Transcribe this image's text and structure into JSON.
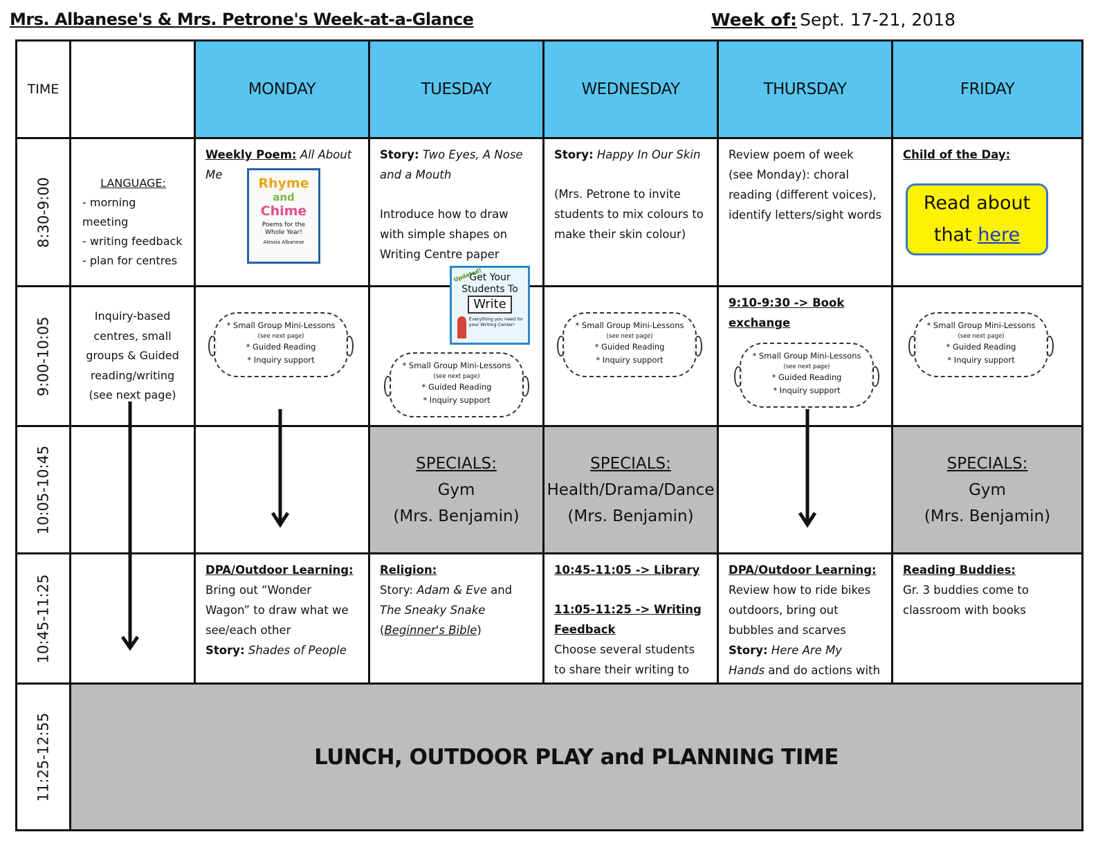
{
  "header": {
    "title": "Mrs. Albanese's & Mrs. Petrone's Week-at-a-Glance",
    "week_label": "Week of:",
    "week_value": "Sept. 17-21, 2018"
  },
  "table": {
    "time_header": "TIME",
    "days": [
      "MONDAY",
      "TUESDAY",
      "WEDNESDAY",
      "THURSDAY",
      "FRIDAY"
    ],
    "times": [
      "8:30-9:00",
      "9:00-10:05",
      "10:05-10:45",
      "10:45-11:25",
      "11:25-12:55"
    ]
  },
  "row1": {
    "language_label": "LANGUAGE:",
    "language_items": [
      "- morning meeting",
      "- writing feedback",
      "- plan for centres"
    ],
    "monday_label": "Weekly Poem:",
    "monday_value": "All About Me",
    "book_rhyme": {
      "line1": "Rhyme",
      "line2": "and",
      "line3": "Chime",
      "sub": "Poems for the Whole Year!",
      "author": "Alessia Albanese"
    },
    "tuesday_label": "Story:",
    "tuesday_story": "Two Eyes, A Nose and a Mouth",
    "tuesday_text": "Introduce how to draw with simple shapes on Writing Centre paper",
    "wednesday_label": "Story:",
    "wednesday_story": "Happy In Our Skin",
    "wednesday_text": "(Mrs. Petrone to invite students to mix colours to make their skin colour)",
    "thursday_text": "Review poem of week (see Monday): choral reading (different voices), identify letters/sight words",
    "friday_label": "Child of the Day:",
    "read_about": "Read about",
    "that": "that",
    "here": "here"
  },
  "row2": {
    "col1_text": "Inquiry-based centres, small groups & Guided reading/writing (see next page)",
    "cloud": {
      "line1": "* Small Group Mini-Lessons",
      "line2": "(see next page)",
      "line3": "* Guided Reading",
      "line4": "* Inquiry support"
    },
    "book_write": {
      "tag": "Updated!",
      "line1": "Get Your",
      "line2": "Students To",
      "line3": "Write",
      "sub": "Everything you need for your Writing Center!"
    },
    "thursday_label": "9:10-9:30 -> Book exchange"
  },
  "row3": {
    "specials_label": "SPECIALS:",
    "tuesday_subject": "Gym",
    "wednesday_subject": "Health/Drama/Dance",
    "friday_subject": "Gym",
    "teacher": "(Mrs. Benjamin)"
  },
  "row4": {
    "monday_label": "DPA/Outdoor Learning:",
    "monday_text": "Bring out “Wonder Wagon” to draw what we see/each other",
    "monday_story_label": "Story:",
    "monday_story": "Shades of People",
    "tuesday_label": "Religion:",
    "tuesday_story_label": "Story:",
    "tuesday_story_a": "Adam & Eve",
    "tuesday_and": "and",
    "tuesday_story_b": "The Sneaky Snake",
    "tuesday_source": "Beginner's Bible",
    "wednesday_label1": "10:45-11:05 -> Library",
    "wednesday_label2": "11:05-11:25 -> Writing Feedback",
    "wednesday_text": "Choose several students to share their writing to class",
    "thursday_label": "DPA/Outdoor Learning:",
    "thursday_text": "Review how to ride bikes outdoors, bring out bubbles and scarves",
    "thursday_story_label": "Story:",
    "thursday_story": "Here Are My Hands",
    "thursday_story_tail": "and do actions with hands",
    "friday_label": "Reading Buddies:",
    "friday_text": "Gr. 3 buddies come to classroom with books"
  },
  "row5": {
    "lunch": "LUNCH, OUTDOOR PLAY and PLANNING TIME"
  },
  "colors": {
    "day_header": "#57c5ef",
    "specials": "#bdbdbd",
    "child_box": "#fff200",
    "link": "#1a3cc9"
  }
}
